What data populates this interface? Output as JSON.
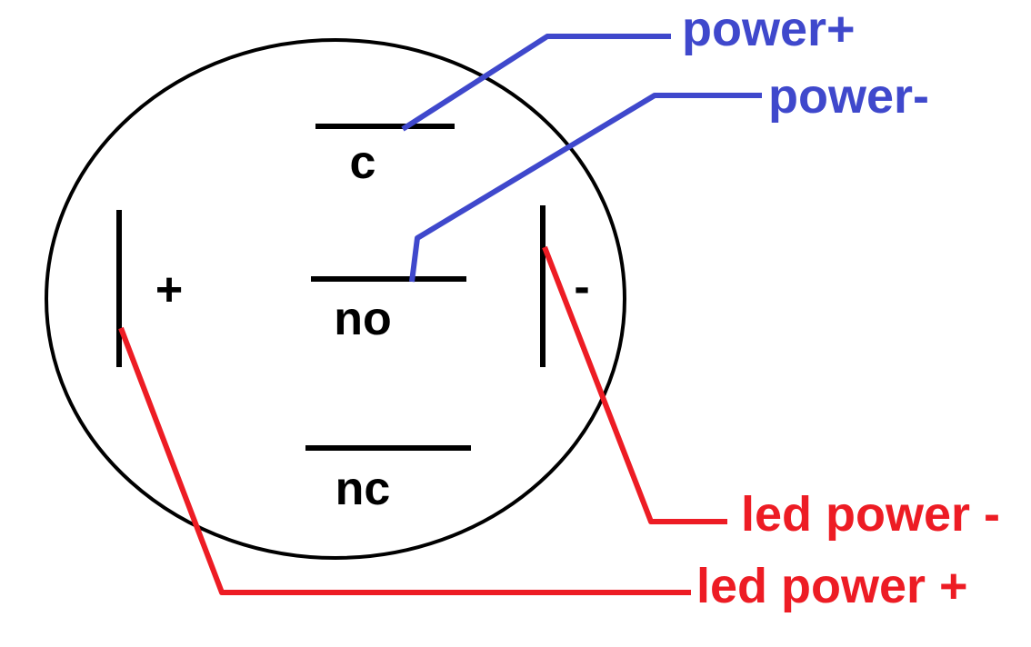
{
  "switch": {
    "terminal_c": "c",
    "terminal_no": "no",
    "terminal_nc": "nc",
    "led_plus": "+",
    "led_minus": "-"
  },
  "wires": {
    "power_plus": "power+",
    "power_minus": "power-",
    "led_power_minus": "led power -",
    "led_power_plus": "led power +"
  },
  "colors": {
    "outline": "#000000",
    "power_wire": "#3f48cc",
    "led_wire": "#ed1c24"
  }
}
